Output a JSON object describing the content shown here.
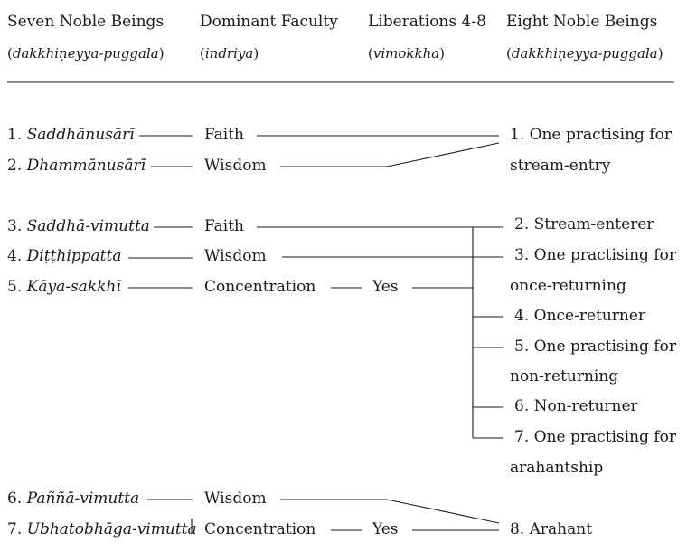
{
  "headers": {
    "col1_title": "Seven Noble Beings",
    "col1_sub": "dakkhiṇeyya-puggala",
    "col2_title": "Dominant Faculty",
    "col2_sub": "indriya",
    "col3_title": "Liberations 4-8",
    "col3_sub": "vimokkha",
    "col4_title": "Eight Noble Beings",
    "col4_sub": "dakkhiṇeyya-puggala"
  },
  "seven_beings": [
    {
      "num": "1.",
      "name": "Saddhānusārī"
    },
    {
      "num": "2.",
      "name": "Dhammānusārī"
    },
    {
      "num": "3.",
      "name": "Saddhā-vimutta"
    },
    {
      "num": "4.",
      "name": "Diṭṭhippatta"
    },
    {
      "num": "5.",
      "name": "Kāya-sakkhī"
    },
    {
      "num": "6.",
      "name": "Paññā-vimutta"
    },
    {
      "num": "7.",
      "name": "Ubhatobhāga-vimutta"
    }
  ],
  "faculties": [
    "Faith",
    "Wisdom",
    "Faith",
    "Wisdom",
    "Concentration",
    "Wisdom",
    "Concentration"
  ],
  "liberations": {
    "row5": "Yes",
    "row7": "Yes"
  },
  "eight_beings": [
    {
      "line1": "1. One practising for",
      "line2": "stream-entry"
    },
    {
      "line1": "2. Stream-enterer"
    },
    {
      "line1": "3. One practising for",
      "line2": "once-returning"
    },
    {
      "line1": "4. Once-returner"
    },
    {
      "line1": "5. One practising for",
      "line2": "non-returning"
    },
    {
      "line1": "6. Non-returner"
    },
    {
      "line1": "7. One practising for",
      "line2": "arahantship"
    },
    {
      "line1": "8. Arahant"
    }
  ]
}
